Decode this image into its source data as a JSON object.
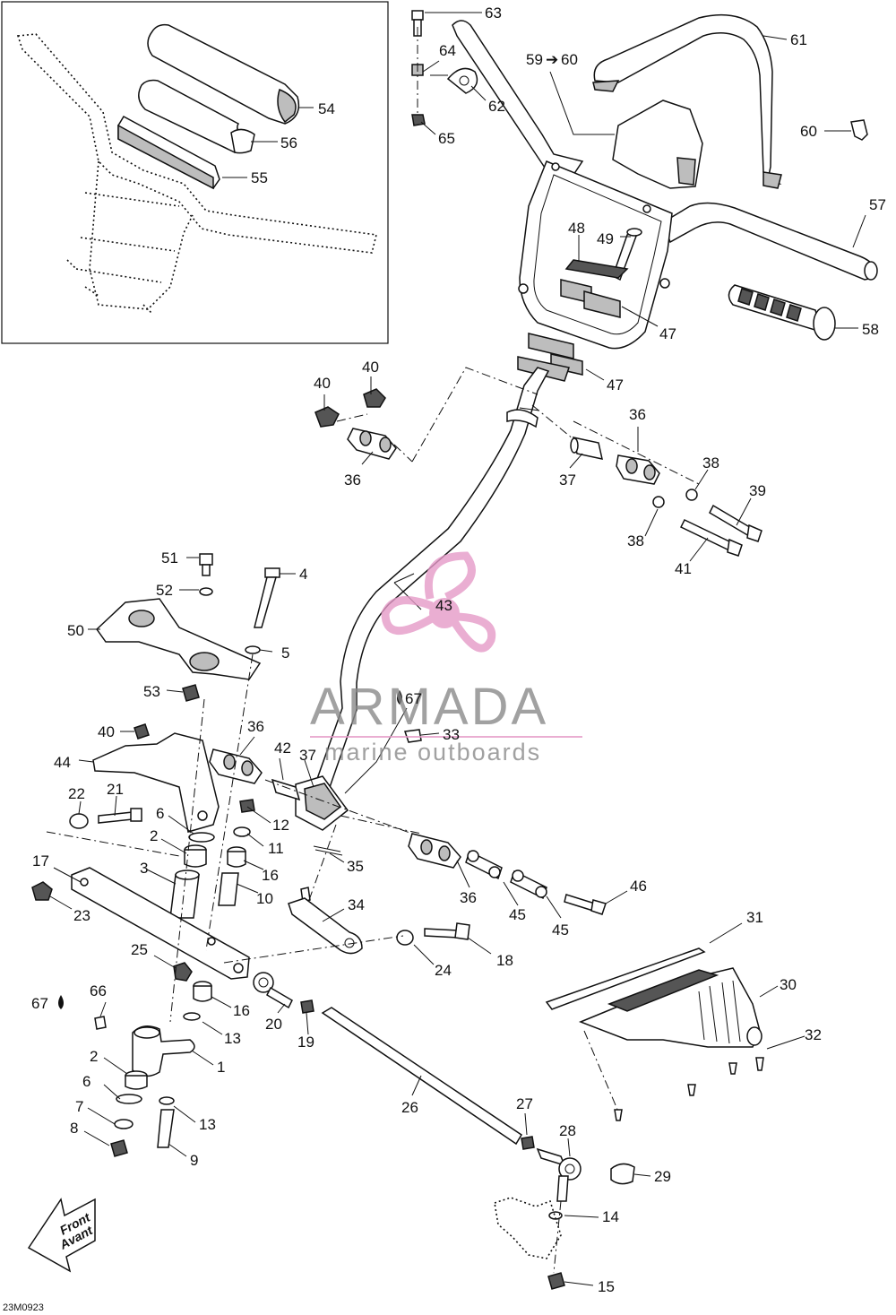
{
  "diagram_id": "23M0923",
  "watermark": {
    "title": "ARMADA",
    "subtitle": "marine outboards",
    "brand_color": "#e59ac8",
    "text_color": "#8a8a8a"
  },
  "direction_arrow": {
    "line1": "Front",
    "line2": "Avant"
  },
  "callouts": {
    "c1": "1",
    "c2a": "2",
    "c2b": "2",
    "c3": "3",
    "c4": "4",
    "c5": "5",
    "c6a": "6",
    "c6b": "6",
    "c7": "7",
    "c8": "8",
    "c9": "9",
    "c10": "10",
    "c11": "11",
    "c12": "12",
    "c13a": "13",
    "c13b": "13",
    "c14": "14",
    "c15": "15",
    "c16a": "16",
    "c16b": "16",
    "c17": "17",
    "c18": "18",
    "c19": "19",
    "c20": "20",
    "c21": "21",
    "c22": "22",
    "c23": "23",
    "c24": "24",
    "c25": "25",
    "c26": "26",
    "c27": "27",
    "c28": "28",
    "c29": "29",
    "c30": "30",
    "c31": "31",
    "c32": "32",
    "c33": "33",
    "c34": "34",
    "c35": "35",
    "c36a": "36",
    "c36b": "36",
    "c36c": "36",
    "c36d": "36",
    "c37a": "37",
    "c37b": "37",
    "c38a": "38",
    "c38b": "38",
    "c39": "39",
    "c40a": "40",
    "c40b": "40",
    "c40c": "40",
    "c41": "41",
    "c42": "42",
    "c43": "43",
    "c44": "44",
    "c45a": "45",
    "c45b": "45",
    "c46": "46",
    "c47a": "47",
    "c47b": "47",
    "c48": "48",
    "c49": "49",
    "c50": "50",
    "c51": "51",
    "c52": "52",
    "c53": "53",
    "c54": "54",
    "c55": "55",
    "c56": "56",
    "c57": "57",
    "c58": "58",
    "c59": "59",
    "c60": "60",
    "c60b": "60",
    "c61": "61",
    "c62": "62",
    "c63": "63",
    "c64": "64",
    "c65": "65",
    "c66": "66",
    "c67a": "67",
    "c67b": "67"
  }
}
